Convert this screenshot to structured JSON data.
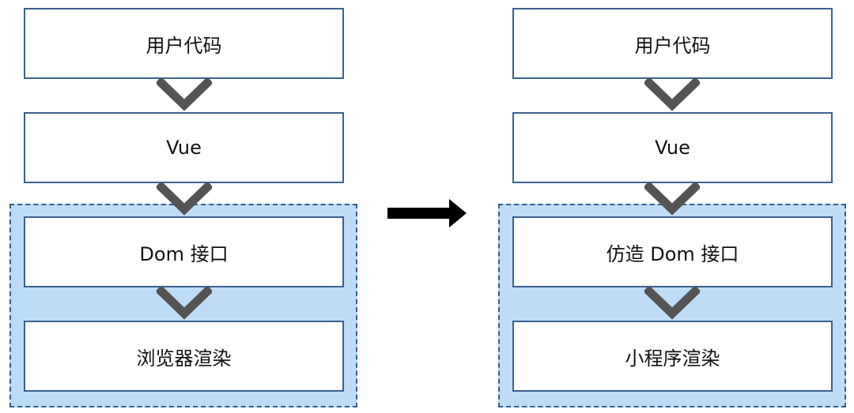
{
  "left_flow": {
    "box1": "用户代码",
    "box2": "Vue",
    "box3": "Dom 接口",
    "box4": "浏览器渲染"
  },
  "right_flow": {
    "box1": "用户代码",
    "box2": "Vue",
    "box3": "仿造 Dom 接口",
    "box4": "小程序渲染"
  },
  "colors": {
    "group_fill": "#bfdcf7",
    "group_border": "#2f5f8f",
    "box_border": "#3a6290",
    "chevron": "#545454",
    "arrow": "#000000"
  },
  "icons": {
    "flow_connector": "chevron-down-icon",
    "transition": "arrow-right-icon"
  }
}
